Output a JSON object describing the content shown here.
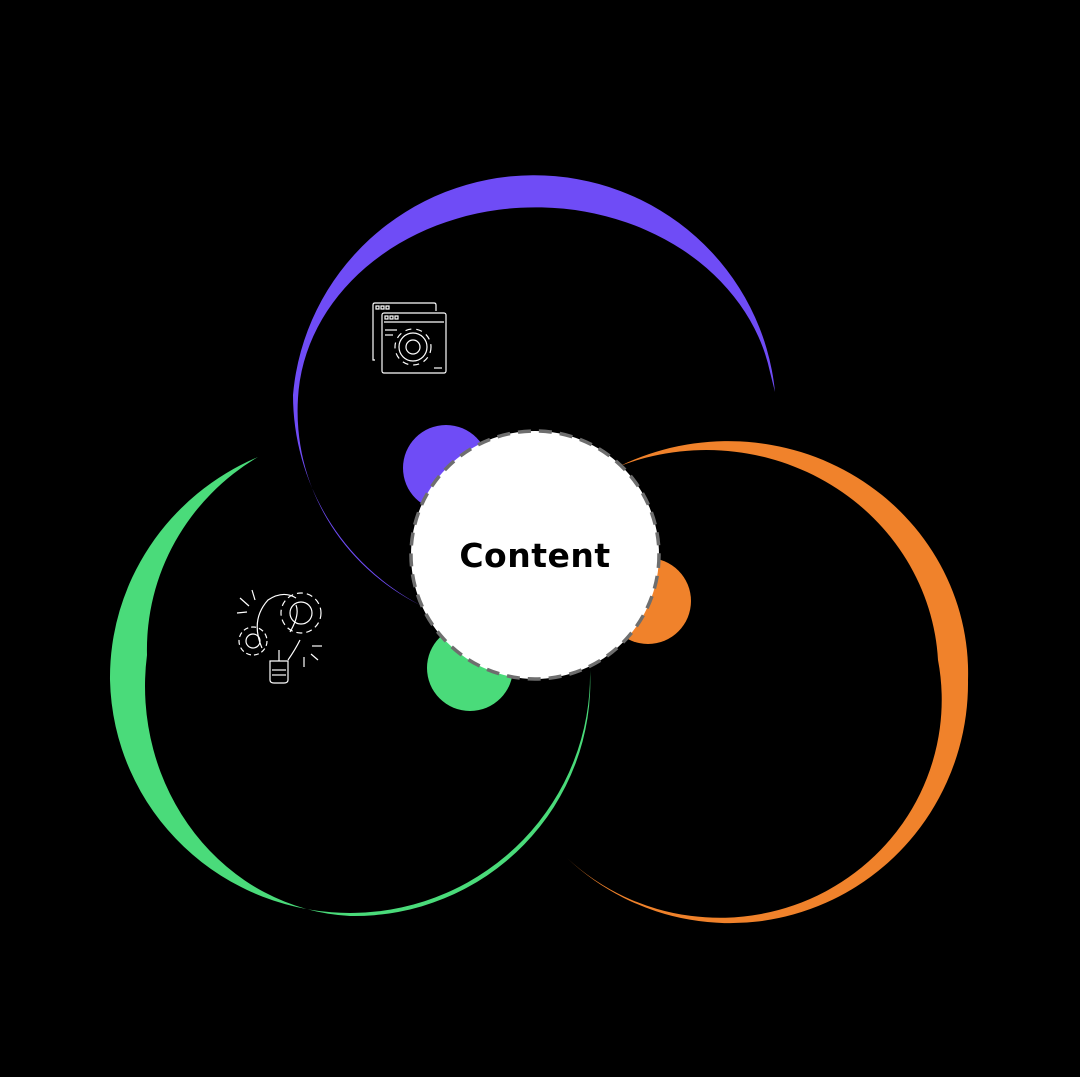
{
  "center": {
    "label": "Content"
  },
  "colors": {
    "background": "#000000",
    "purple": "#6F4CF6",
    "green": "#4ADB7A",
    "orange": "#F0822B",
    "center_fill": "#FFFFFF",
    "center_border": "#6E6E6E",
    "icon_stroke": "#FFFFFF"
  },
  "segments": [
    {
      "id": "purple",
      "color": "#6F4CF6",
      "icon": "web-settings-icon"
    },
    {
      "id": "green",
      "color": "#4ADB7A",
      "icon": "idea-gears-icon"
    },
    {
      "id": "orange",
      "color": "#F0822B",
      "icon": ""
    }
  ]
}
